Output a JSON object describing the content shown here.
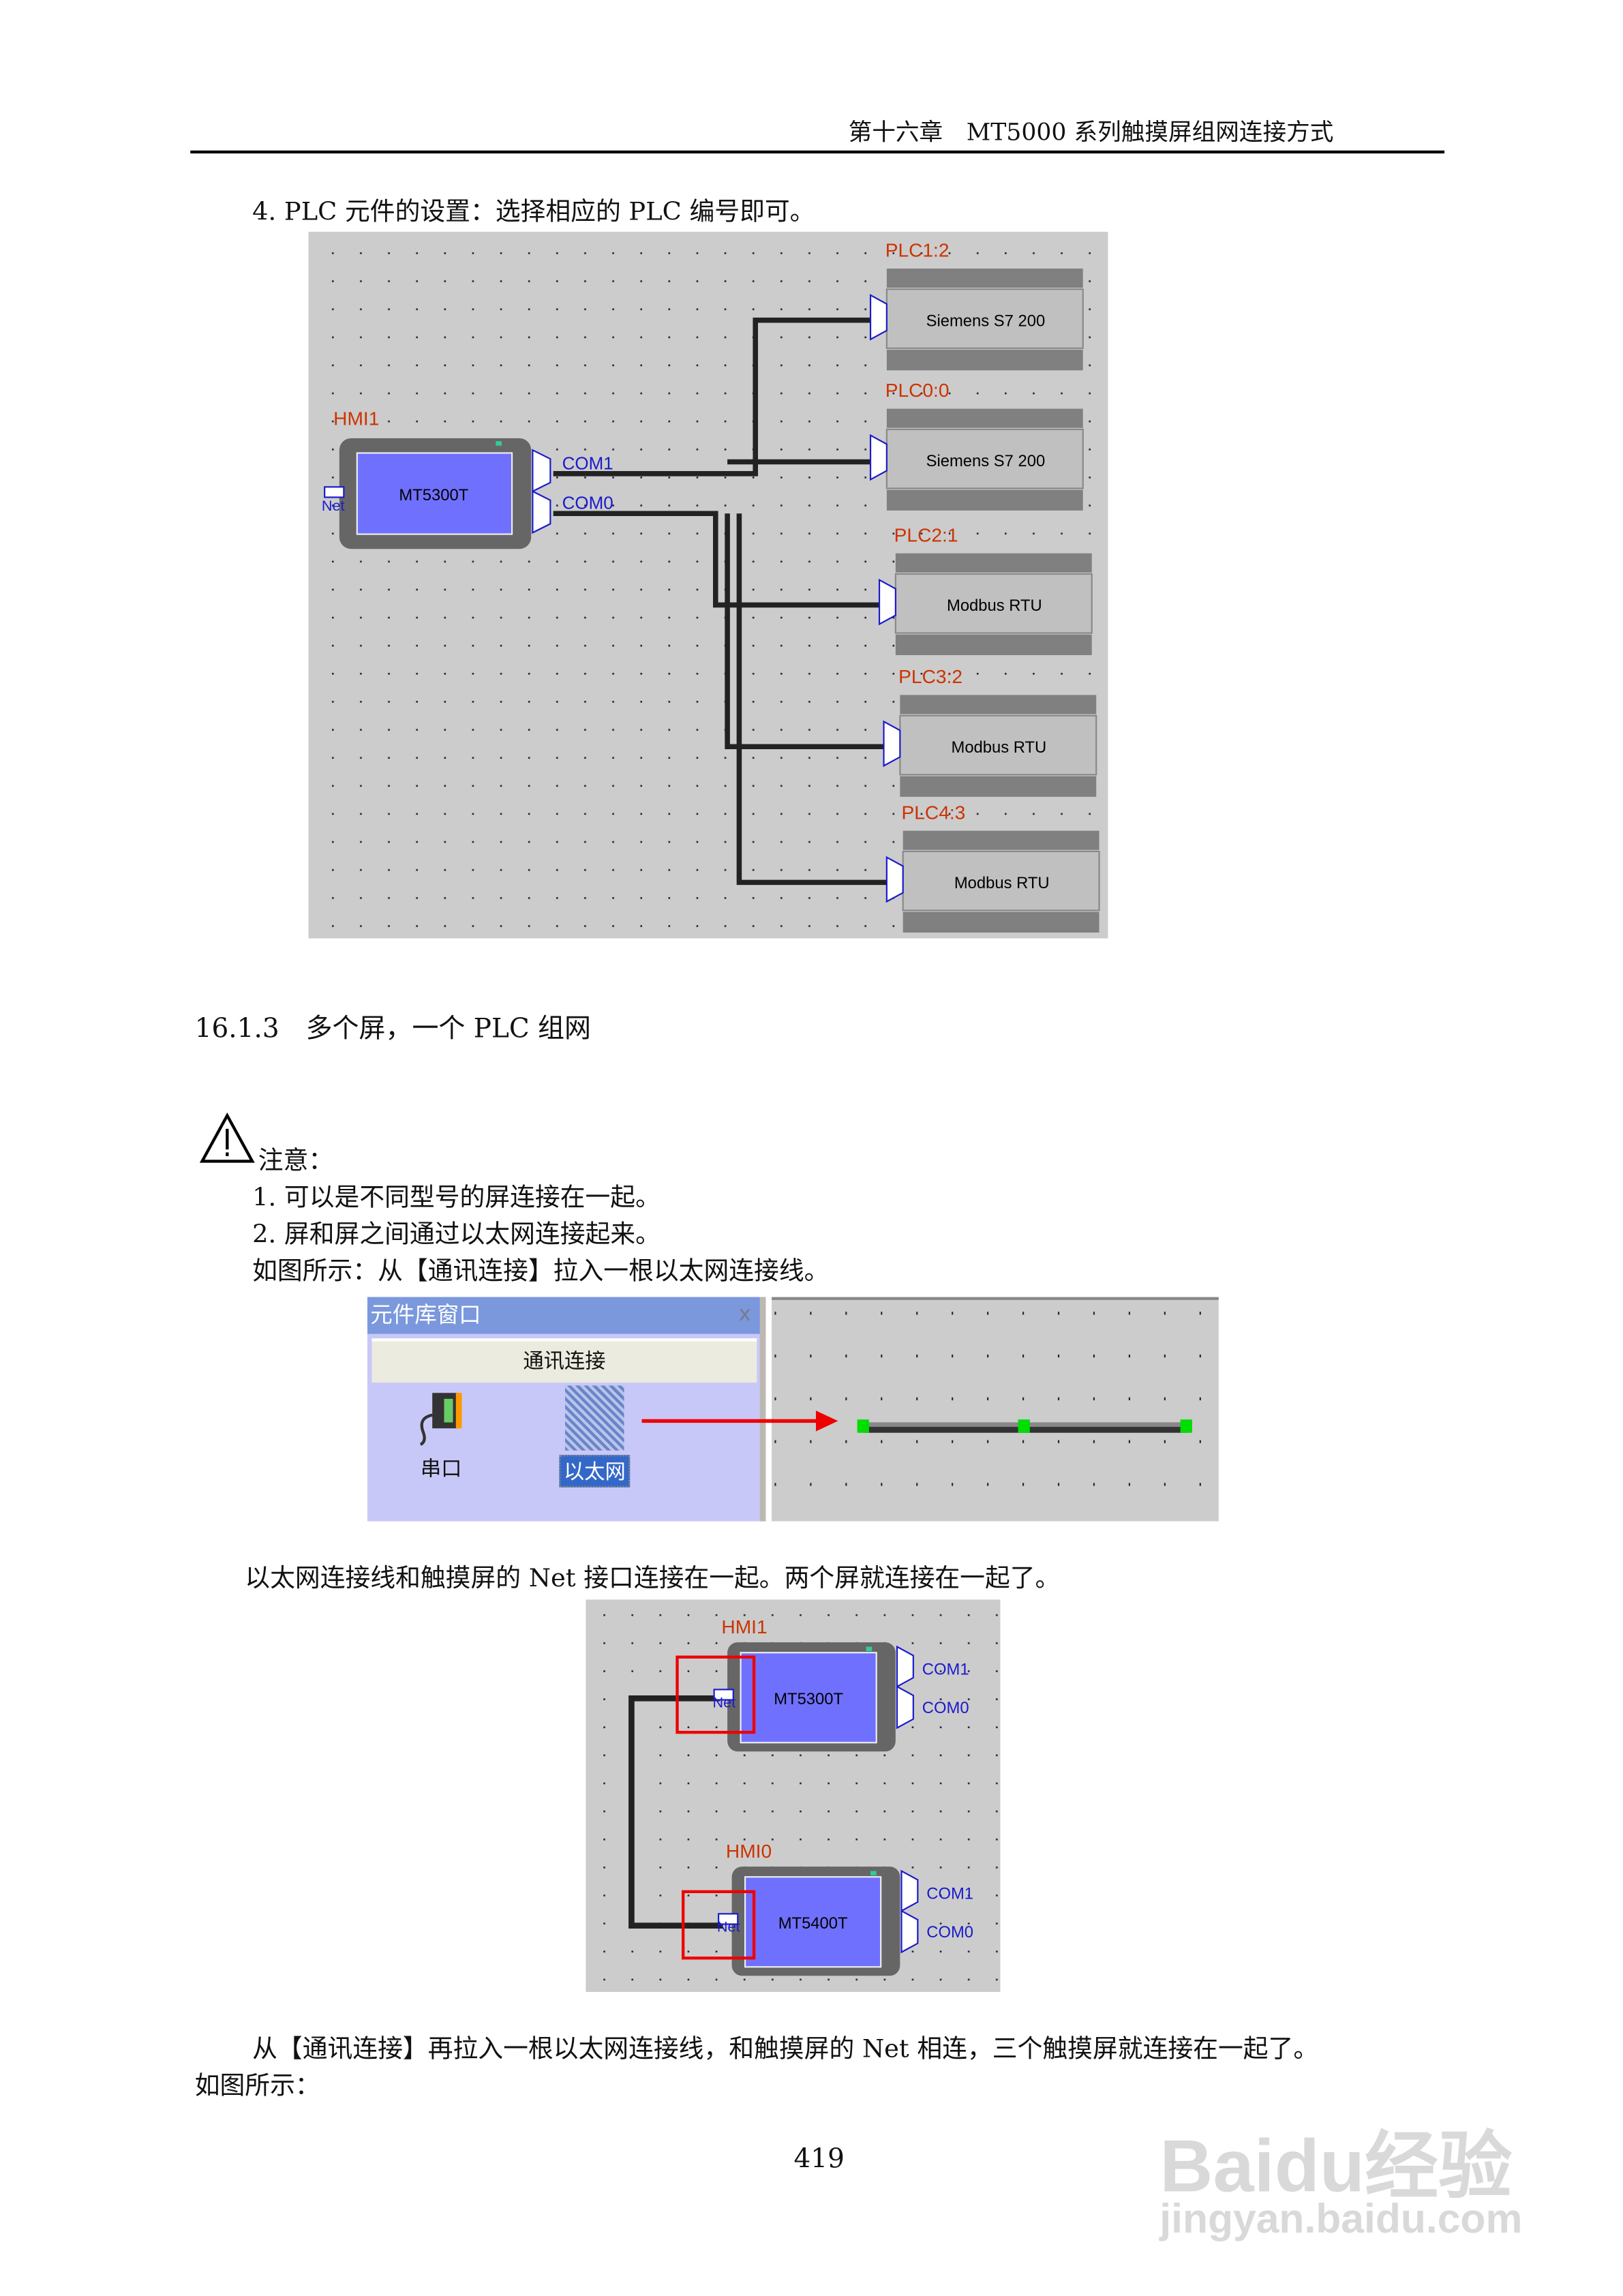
{
  "header": {
    "chapter": "第十六章　MT5000 系列触摸屏组网连接方式"
  },
  "section4": {
    "text": "4. PLC 元件的设置：选择相应的 PLC 编号即可。"
  },
  "diagram1": {
    "hmi": {
      "name": "HMI1",
      "model": "MT5300T",
      "net": "Net",
      "com1": "COM1",
      "com0": "COM0"
    },
    "plcs": [
      {
        "label": "PLC1:2",
        "model": "Siemens S7 200"
      },
      {
        "label": "PLC0:0",
        "model": "Siemens S7 200"
      },
      {
        "label": "PLC2:1",
        "model": "Modbus RTU"
      },
      {
        "label": "PLC3:2",
        "model": "Modbus RTU"
      },
      {
        "label": "PLC4:3",
        "model": "Modbus RTU"
      }
    ]
  },
  "section_heading": "16.1.3　多个屏，一个 PLC 组网",
  "notice": {
    "title": "注意：",
    "items": [
      "1. 可以是不同型号的屏连接在一起。",
      "2. 屏和屏之间通过以太网连接起来。"
    ],
    "figure_caption": "如图所示：从【通讯连接】拉入一根以太网连接线。"
  },
  "diagram2": {
    "window_title": "元件库窗口",
    "close": "x",
    "category": "通讯连接",
    "items": [
      {
        "label": "串口",
        "icon": "serial-port-icon"
      },
      {
        "label": "以太网",
        "icon": "ethernet-icon",
        "selected": true
      }
    ]
  },
  "para2": "以太网连接线和触摸屏的 Net 接口连接在一起。两个屏就连接在一起了。",
  "diagram3": {
    "hmis": [
      {
        "name": "HMI1",
        "model": "MT5300T",
        "net": "Net",
        "com1": "COM1",
        "com0": "COM0"
      },
      {
        "name": "HMI0",
        "model": "MT5400T",
        "net": "Net",
        "com1": "COM1",
        "com0": "COM0"
      }
    ]
  },
  "para3_line1": "从【通讯连接】再拉入一根以太网连接线，和触摸屏的 Net 相连，三个触摸屏就连接在一起了。",
  "para3_line2": "如图所示：",
  "page_number": "419",
  "watermark": {
    "logo": "Baidu经验",
    "url": "jingyan.baidu.com"
  },
  "colors": {
    "canvas": "#cccccc",
    "label_red": "#cc3300",
    "port_blue": "#1a1acc",
    "screen": "#7070ff",
    "bezel": "#666666",
    "highlight": "#ee0000"
  }
}
